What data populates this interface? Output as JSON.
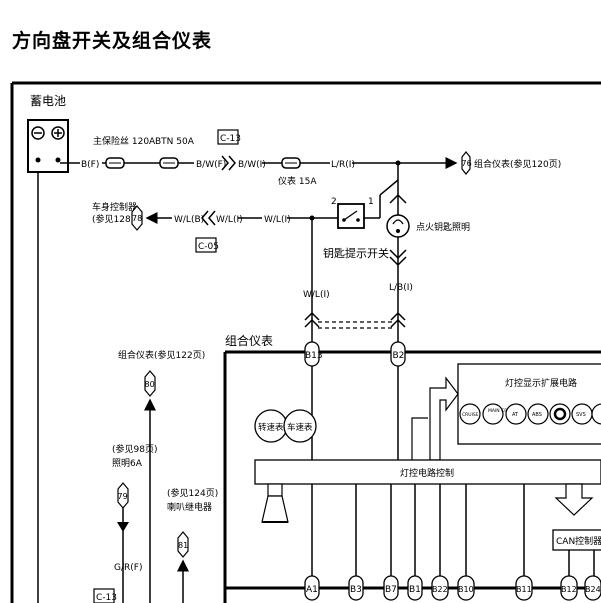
{
  "page": {
    "title": "方向盘开关及组合仪表"
  },
  "diagram": {
    "battery": {
      "label": "蓄电池"
    },
    "fuses": {
      "main": "主保险丝 120A",
      "btn": "BTN 50A",
      "meter": "仪表 15A"
    },
    "connectors": {
      "c13": "C-13",
      "c05": "C-05"
    },
    "wires": {
      "bf": "B(F)",
      "bwf": "B/W(F)",
      "bwi": "B/W(I)",
      "lri": "L/R(I)",
      "wlb": "W/L(B)",
      "wli1": "W/L(I)",
      "wli2": "W/L(I)",
      "wli3": "W/L(I)",
      "lbi": "L/B(I)",
      "grf": "G/R(F)"
    },
    "references": {
      "meter_76": {
        "num": "76",
        "text": "组合仪表(参见120页)"
      },
      "body_78": {
        "num": "78",
        "text1": "车身控制器",
        "text2": "(参见128页)"
      },
      "meter_80": {
        "num": "80",
        "text": "组合仪表(参见122页)"
      },
      "light_79": {
        "num": "79",
        "text1": "(参见98页)",
        "text2": "照明6A"
      },
      "horn_81": {
        "num": "81",
        "text1": "(参见124页)",
        "text2": "喇叭继电器"
      }
    },
    "switch": {
      "pin2": "2",
      "pin1": "1",
      "label": "钥匙提示开关"
    },
    "lamp": {
      "label": "点火钥匙照明"
    },
    "cluster": {
      "label": "组合仪表",
      "display_circuit": "灯控显示扩展电路",
      "lamp_control": "灯控电路控制",
      "can": "CAN控制器",
      "tach": "转速表",
      "speed": "车速表",
      "indicators": [
        "CRUISE",
        "MAIN CRUISE",
        "AT",
        "ABS",
        "",
        "SVS"
      ]
    },
    "pins_top": [
      "B13",
      "B2"
    ],
    "pins_bottom": [
      "A1",
      "B3",
      "B7",
      "B1",
      "B22",
      "B10",
      "B11",
      "B12",
      "B24"
    ]
  }
}
